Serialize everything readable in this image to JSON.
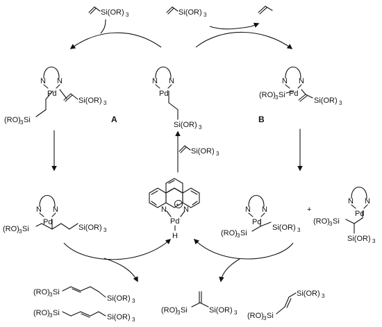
{
  "labels": {
    "intermediate_a": "A",
    "intermediate_b": "B"
  },
  "text": {
    "si_or3": "Si(OR)",
    "ro3_si": "(RO)",
    "si": "Si",
    "sub3": "3",
    "pd": "Pd",
    "n": "N",
    "h": "H",
    "plus": "+",
    "charge": "+"
  }
}
